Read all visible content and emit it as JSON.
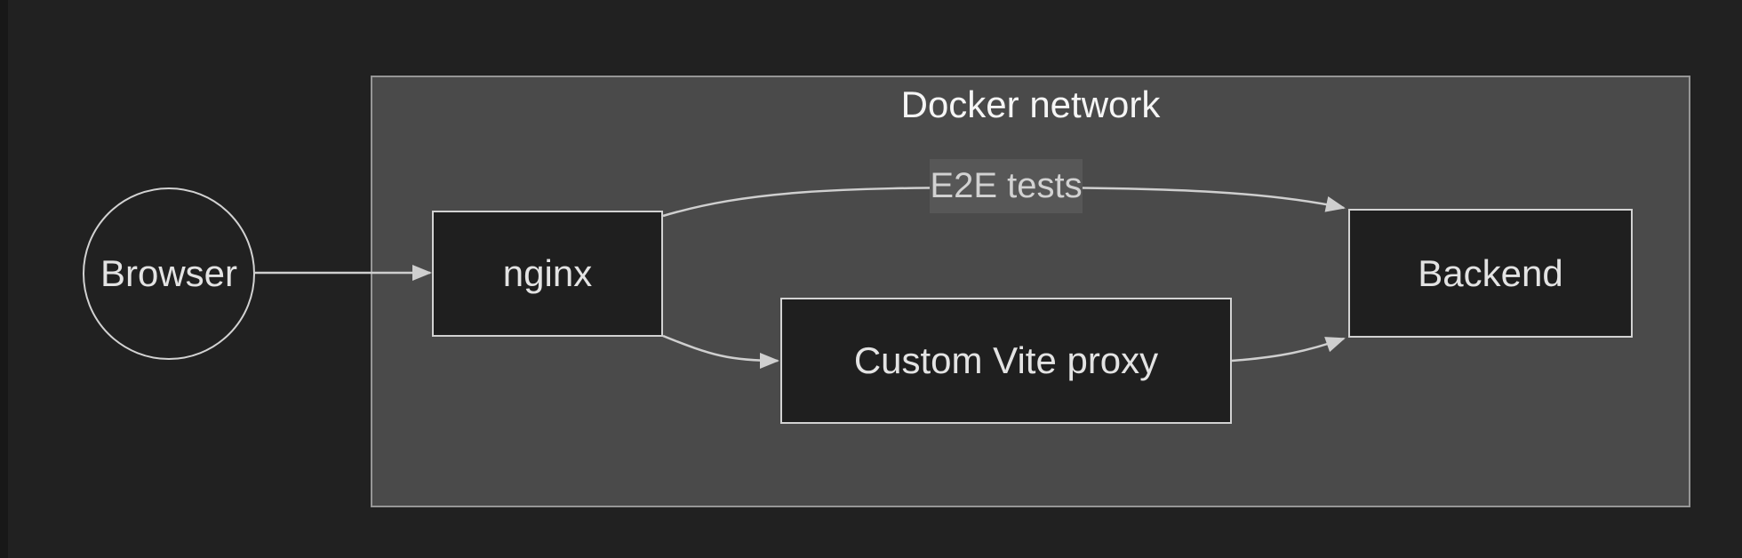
{
  "diagram": {
    "type": "flowchart",
    "cluster": {
      "title": "Docker network"
    },
    "nodes": {
      "browser": {
        "label": "Browser",
        "shape": "circle",
        "inside_cluster": false
      },
      "nginx": {
        "label": "nginx",
        "shape": "rect",
        "inside_cluster": true
      },
      "custom_vite_proxy": {
        "label": "Custom Vite proxy",
        "shape": "rect",
        "inside_cluster": true
      },
      "backend": {
        "label": "Backend",
        "shape": "rect",
        "inside_cluster": true
      }
    },
    "edges": [
      {
        "from": "browser",
        "to": "nginx",
        "label": "",
        "arrow": "filled-triangle"
      },
      {
        "from": "nginx",
        "to": "backend",
        "label": "E2E tests",
        "arrow": "filled-triangle"
      },
      {
        "from": "nginx",
        "to": "custom_vite_proxy",
        "label": "",
        "arrow": "filled-triangle"
      },
      {
        "from": "custom_vite_proxy",
        "to": "backend",
        "label": "",
        "arrow": "filled-triangle"
      }
    ]
  },
  "theme": {
    "page_bg": "#212121",
    "strip_bg": "#181818",
    "cluster_bg": "#4a4a4a",
    "cluster_border": "#969696",
    "node_bg": "#1f1f1f",
    "node_border": "#d2d2d2",
    "node_text": "#e3e3e3",
    "title_color": "#f5f5f5",
    "edge_color": "#cfcfcf",
    "edge_label_bg": "#575757",
    "edge_label_text": "#d2d2d2"
  }
}
